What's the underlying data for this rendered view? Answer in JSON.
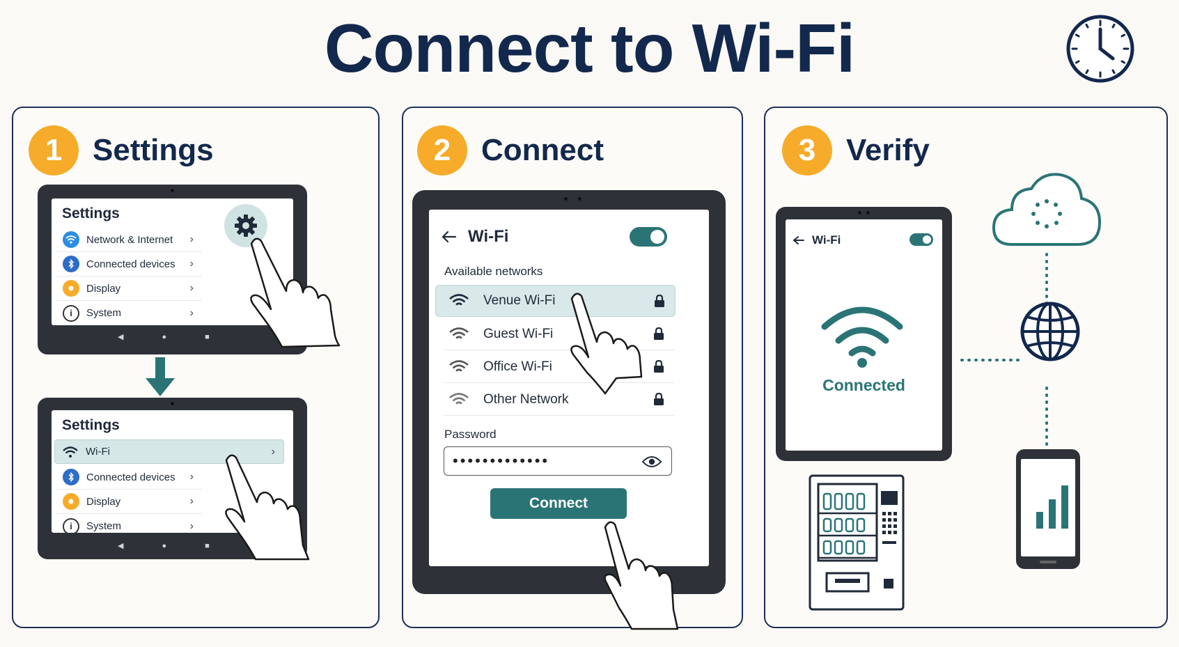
{
  "title": "Connect to Wi-Fi",
  "steps": [
    {
      "number": "1",
      "title": "Settings"
    },
    {
      "number": "2",
      "title": "Connect"
    },
    {
      "number": "3",
      "title": "Verify"
    }
  ],
  "step1": {
    "screen_a": {
      "title": "Settings",
      "items": [
        {
          "label": "Network & Internet",
          "icon": "wifi-icon"
        },
        {
          "label": "Connected devices",
          "icon": "bluetooth-icon"
        },
        {
          "label": "Display",
          "icon": "sun-icon"
        },
        {
          "label": "System",
          "icon": "info-icon"
        }
      ]
    },
    "screen_b": {
      "title": "Settings",
      "items": [
        {
          "label": "Wi-Fi",
          "icon": "wifi-icon"
        },
        {
          "label": "Connected devices",
          "icon": "bluetooth-icon"
        },
        {
          "label": "Display",
          "icon": "sun-icon"
        },
        {
          "label": "System",
          "icon": "info-icon"
        }
      ]
    }
  },
  "step2": {
    "header": "Wi-Fi",
    "available_label": "Available networks",
    "networks": [
      "Venue Wi-Fi",
      "Guest Wi-Fi",
      "Office Wi-Fi",
      "Other Network"
    ],
    "password_label": "Password",
    "password_value": "•••••••••••••",
    "connect_label": "Connect"
  },
  "step3": {
    "header": "Wi-Fi",
    "status": "Connected"
  },
  "colors": {
    "navy": "#13284d",
    "accent": "#f6ac2a",
    "teal": "#2b7476",
    "highlight": "#d6e7e7"
  }
}
